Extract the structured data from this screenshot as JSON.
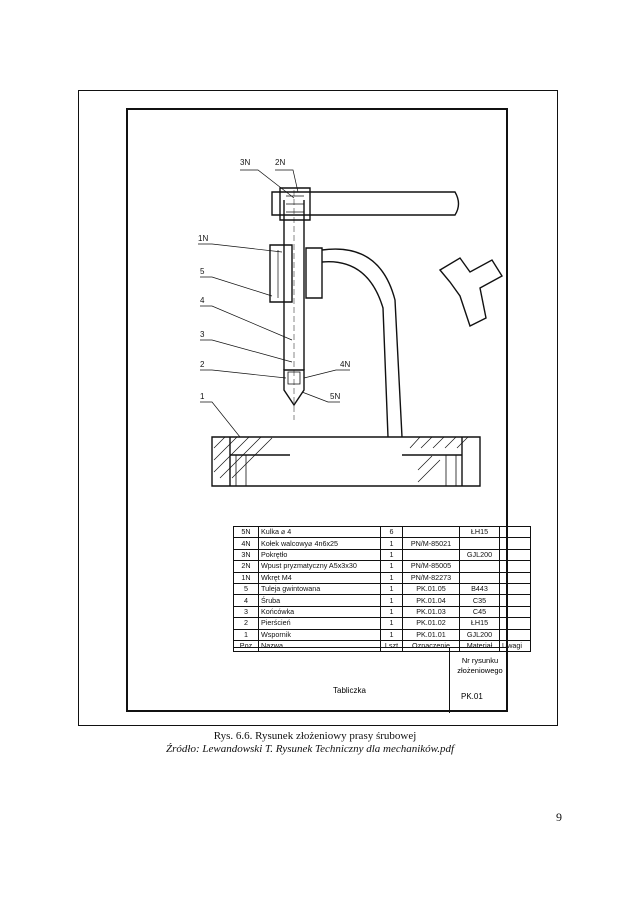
{
  "drawing": {
    "labels": [
      "3N",
      "2N",
      "1N",
      "5",
      "4",
      "3",
      "2",
      "1",
      "4N",
      "5N"
    ]
  },
  "bom": {
    "rows": [
      {
        "poz": "5N",
        "nazwa": "Kulka  ⌀ 4",
        "lszt": "6",
        "oznaczenie": "",
        "material": "ŁH15",
        "uwagi": ""
      },
      {
        "poz": "4N",
        "nazwa": "Kołek walcowy⌀ 4n6x25",
        "lszt": "1",
        "oznaczenie": "PN/M-85021",
        "material": "",
        "uwagi": ""
      },
      {
        "poz": "3N",
        "nazwa": "Pokrętło",
        "lszt": "1",
        "oznaczenie": "",
        "material": "GJL200",
        "uwagi": ""
      },
      {
        "poz": "2N",
        "nazwa": "Wpust pryzmatyczny A5x3x30",
        "lszt": "1",
        "oznaczenie": "PN/M-85005",
        "material": "",
        "uwagi": ""
      },
      {
        "poz": "1N",
        "nazwa": "Wkręt M4",
        "lszt": "1",
        "oznaczenie": "PN/M-82273",
        "material": "",
        "uwagi": ""
      },
      {
        "poz": "5",
        "nazwa": "Tuleja gwintowana",
        "lszt": "1",
        "oznaczenie": "PK.01.05",
        "material": "B443",
        "uwagi": ""
      },
      {
        "poz": "4",
        "nazwa": "Śruba",
        "lszt": "1",
        "oznaczenie": "PK.01.04",
        "material": "C35",
        "uwagi": ""
      },
      {
        "poz": "3",
        "nazwa": "Końcówka",
        "lszt": "1",
        "oznaczenie": "PK.01.03",
        "material": "C45",
        "uwagi": ""
      },
      {
        "poz": "2",
        "nazwa": "Pierścień",
        "lszt": "1",
        "oznaczenie": "PK.01.02",
        "material": "ŁH15",
        "uwagi": ""
      },
      {
        "poz": "1",
        "nazwa": "Wspornik",
        "lszt": "1",
        "oznaczenie": "PK.01.01",
        "material": "GJL200",
        "uwagi": ""
      }
    ],
    "header": {
      "poz": "Poz",
      "nazwa": "Nazwa",
      "lszt": "Lszt",
      "oznaczenie": "Oznaczenie",
      "material": "Materiał",
      "uwagi": "Uwagi"
    },
    "title_name": "Tabliczka",
    "drawing_no_label_1": "Nr rysunku",
    "drawing_no_label_2": "złożeniowego",
    "drawing_no": "PK.01"
  },
  "caption": {
    "line1": "Rys. 6.6. Rysunek złożeniowy prasy śrubowej",
    "line2": "Źródło: Lewandowski T. Rysunek Techniczny dla mechaników.pdf"
  },
  "page_number": "9"
}
